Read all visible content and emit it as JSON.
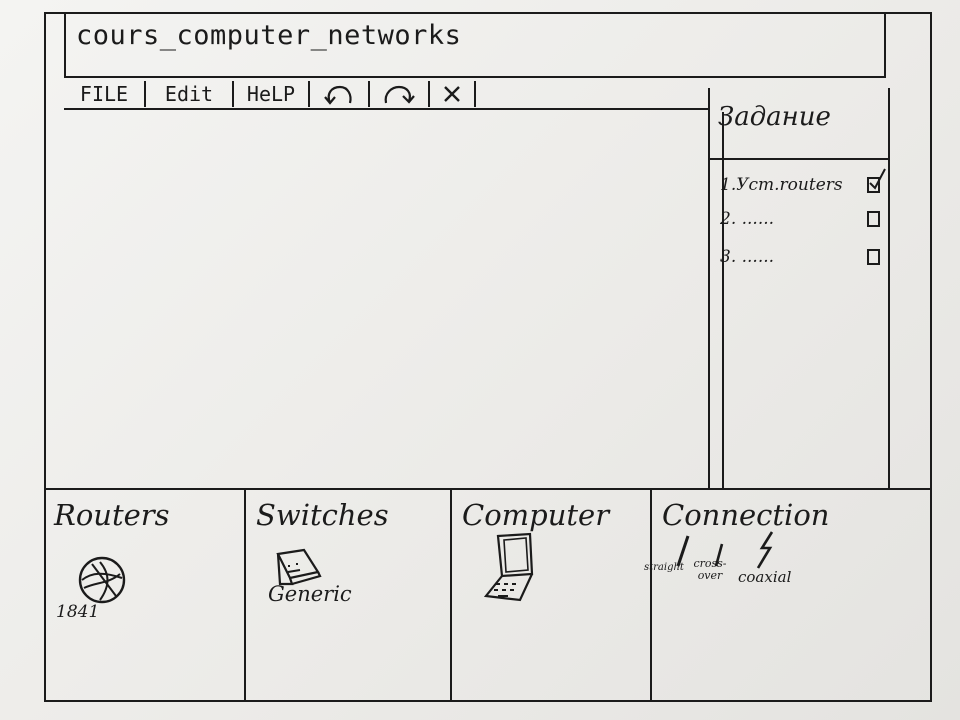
{
  "window": {
    "title": "cours_computer_networks"
  },
  "menu": {
    "items": [
      "FILE",
      "Edit",
      "HeLP"
    ],
    "icons": [
      "undo-icon",
      "redo-icon",
      "close-icon"
    ]
  },
  "task_panel": {
    "title": "Задание",
    "tasks": [
      {
        "label": "1.Уст.routers",
        "checked": true
      },
      {
        "label": "2. ......",
        "checked": false
      },
      {
        "label": "3. ......",
        "checked": false
      }
    ]
  },
  "palettes": {
    "routers": {
      "title": "Routers",
      "device_label": "1841"
    },
    "switches": {
      "title": "Switches",
      "device_label": "Generic"
    },
    "computer": {
      "title": "Computer"
    },
    "connection": {
      "title": "Connection",
      "cables": [
        "straight",
        "cross-over",
        "coaxial"
      ]
    }
  }
}
